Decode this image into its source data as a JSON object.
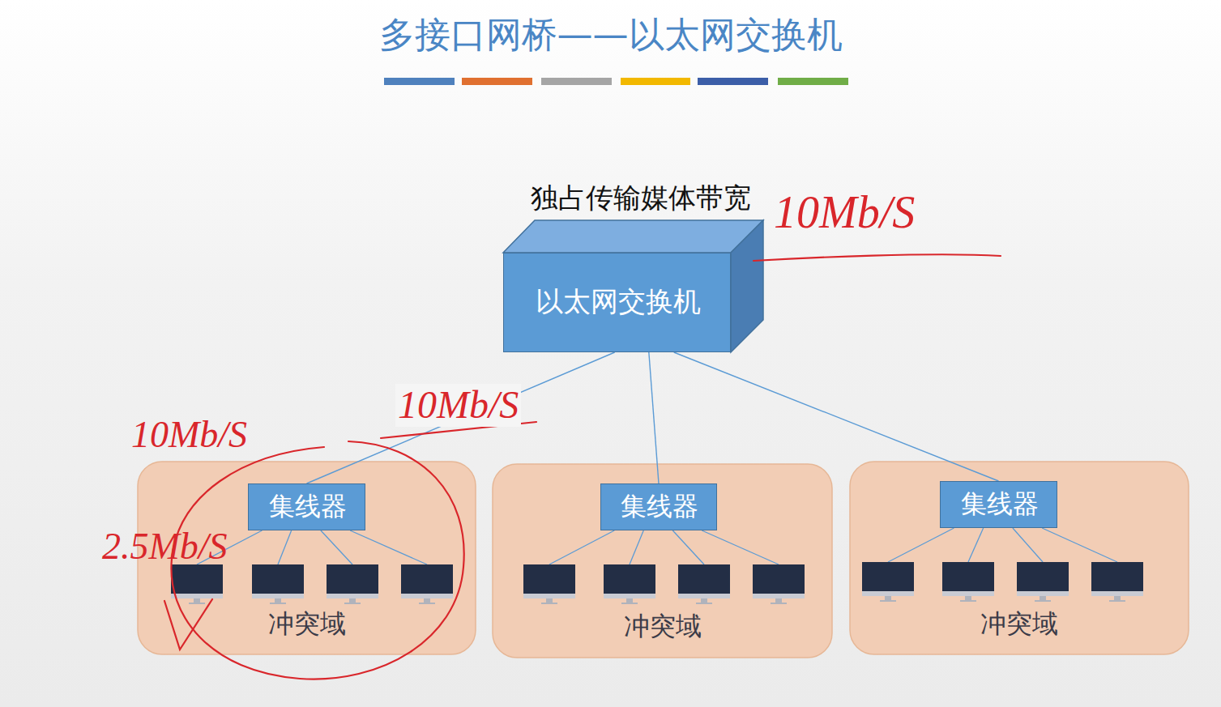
{
  "diagram": {
    "title": "多接口网桥——以太网交换机",
    "nodes": [
      {
        "text": [
          "独占传输媒体带宽",
          "以太网交换机"
        ]
      },
      {
        "text": [
          "冲突域"
        ]
      },
      {
        "text": [
          "集线器"
        ],
        "in": 1
      },
      {
        "text": [
          "冲突域"
        ]
      },
      {
        "text": [
          "集线器"
        ],
        "in": 3
      },
      {
        "text": [
          "冲突域"
        ]
      },
      {
        "text": [
          "集线器"
        ],
        "in": 5
      }
    ],
    "edges": [
      {
        "from": 0,
        "to": 2,
        "arrow": "none"
      },
      {
        "from": 0,
        "to": 4,
        "arrow": "none"
      },
      {
        "from": 0,
        "to": 6,
        "arrow": "none"
      }
    ],
    "labels": [
      "10Mb/S",
      "10Mb/S",
      "10Mb/S",
      "2.5Mb/S"
    ]
  }
}
